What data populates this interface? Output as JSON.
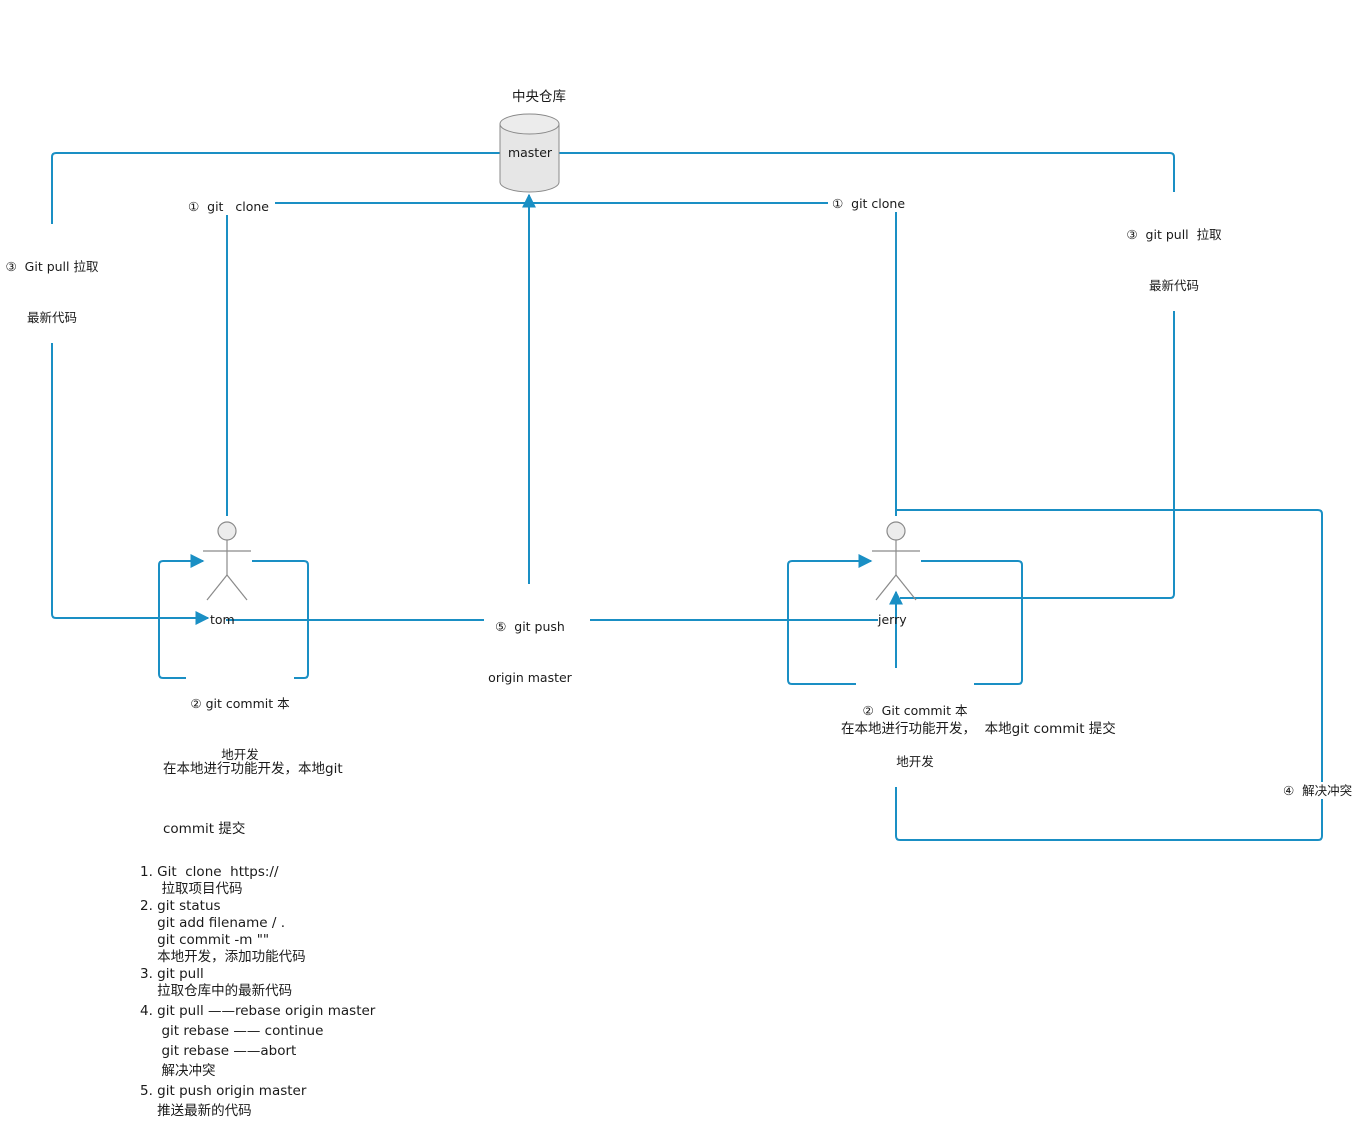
{
  "repo": {
    "title": "中央仓库",
    "db_label": "master"
  },
  "actors": {
    "left": "tom",
    "right": "jerry"
  },
  "edge_labels": {
    "left_clone": "①  git   clone",
    "right_clone": "①  git clone",
    "left_pull_1": "③  Git pull 拉取",
    "left_pull_2": "最新代码",
    "right_pull_1": "③  git pull  拉取",
    "right_pull_2": "最新代码",
    "push_1": "⑤  git push",
    "push_2": "origin master",
    "left_commit_1": "② git commit 本",
    "left_commit_2": "地开发",
    "right_commit_1": "②  Git commit 本",
    "right_commit_2": "地开发",
    "resolve": "④  解决冲突"
  },
  "descriptions": {
    "left_1": "在本地进行功能开发，本地git",
    "left_2": "commit 提交",
    "right": "在本地进行功能开发，  本地git commit 提交"
  },
  "notes": [
    "1. Git  clone  https://",
    "     拉取项目代码",
    "2. git status",
    "    git add filename / .",
    "    git commit -m \"\"",
    "    本地开发，添加功能代码",
    "3. git pull",
    "    拉取仓库中的最新代码",
    "4. git pull ——rebase origin master",
    "     git rebase —— continue",
    "     git rebase ——abort",
    "     解决冲突",
    "5. git push origin master",
    "    推送最新的代码"
  ],
  "colors": {
    "line": "#1a8fc4",
    "actor": "#888888",
    "db_fill": "#e6e6e6"
  }
}
